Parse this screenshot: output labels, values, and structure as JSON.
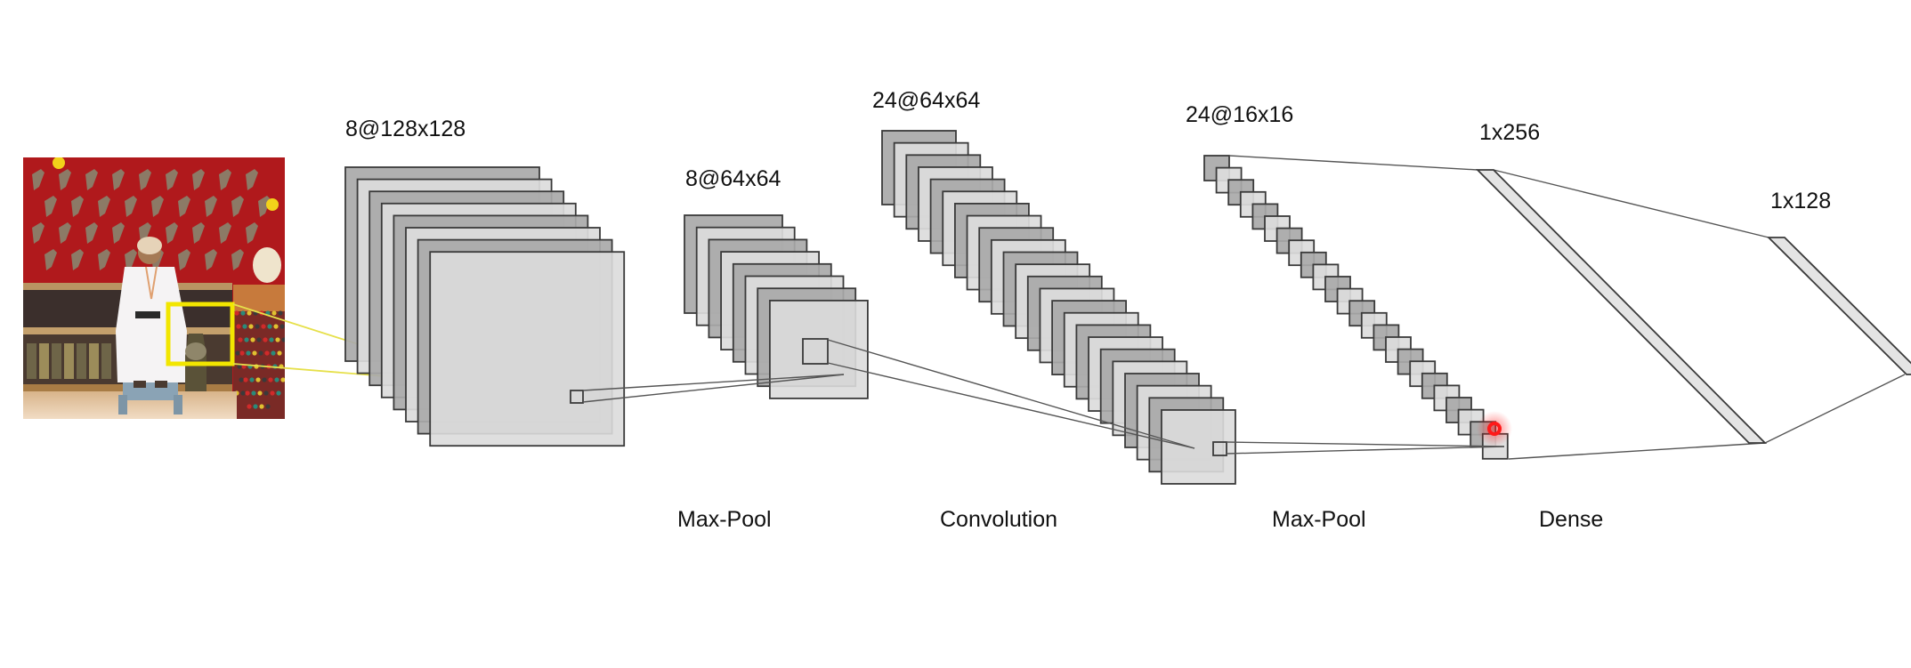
{
  "title": "CNN architecture diagram",
  "input_image": {
    "description": "Photo of a man in white robe and cap seated in a market stall with daggers on a red wall",
    "highlight_color": "#f2e600"
  },
  "layers": [
    {
      "id": "conv1",
      "label": "8@128x128",
      "maps": 8
    },
    {
      "id": "pool1",
      "label": "8@64x64",
      "maps": 8
    },
    {
      "id": "conv2",
      "label": "24@64x64",
      "maps": 24
    },
    {
      "id": "pool2",
      "label": "24@16x16",
      "maps": 24
    },
    {
      "id": "dense1",
      "label": "1x256"
    },
    {
      "id": "dense2",
      "label": "1x128"
    }
  ],
  "operations": [
    {
      "id": "op-maxpool-1",
      "label": "Max-Pool"
    },
    {
      "id": "op-convolution",
      "label": "Convolution"
    },
    {
      "id": "op-maxpool-2",
      "label": "Max-Pool"
    },
    {
      "id": "op-dense",
      "label": "Dense"
    }
  ],
  "colors": {
    "map_dark": "#a9a9a9",
    "map_light": "#dcdcdc",
    "map_stroke": "#3a3a3a",
    "connector": "#555555",
    "cursor_marker": "#ff1a1a"
  }
}
